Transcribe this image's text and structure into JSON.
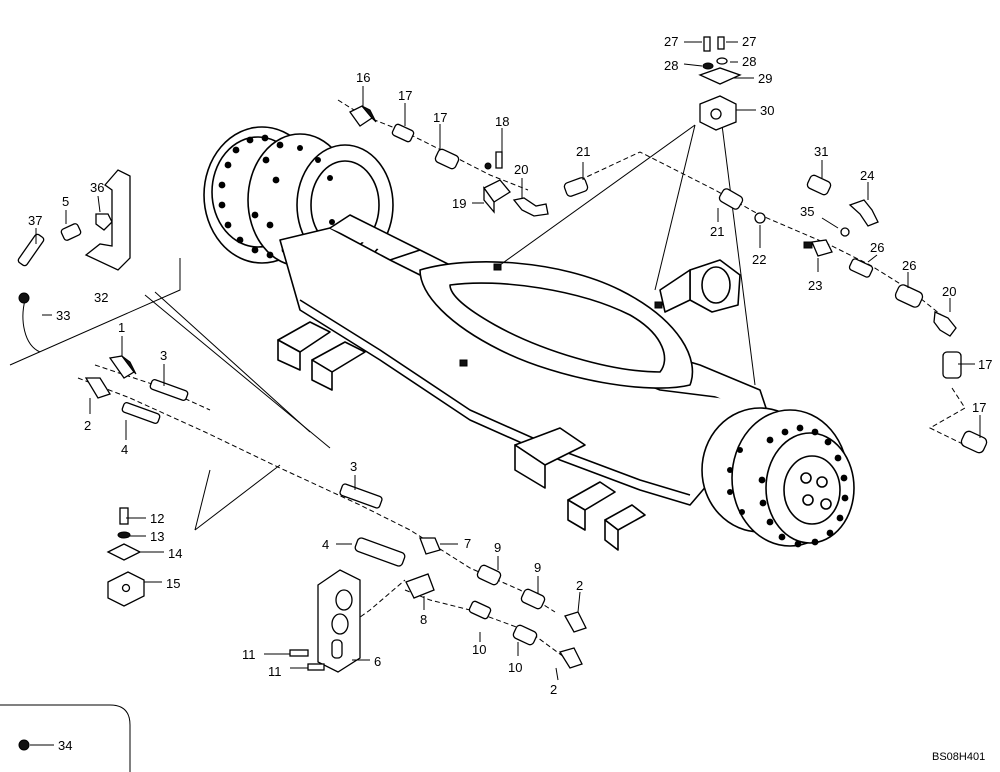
{
  "figure_code": "BS08H401",
  "legend": {
    "number": "34"
  },
  "callouts": [
    {
      "id": "c16-label",
      "text": "16"
    },
    {
      "id": "c17a-label",
      "text": "17"
    },
    {
      "id": "c17b-label",
      "text": "17"
    },
    {
      "id": "c18-label",
      "text": "18"
    },
    {
      "id": "c19-label",
      "text": "19"
    },
    {
      "id": "c20a-label",
      "text": "20"
    },
    {
      "id": "c21a-label",
      "text": "21"
    },
    {
      "id": "c27a-label",
      "text": "27"
    },
    {
      "id": "c27b-label",
      "text": "27"
    },
    {
      "id": "c28a-label",
      "text": "28"
    },
    {
      "id": "c28b-label",
      "text": "28"
    },
    {
      "id": "c29-label",
      "text": "29"
    },
    {
      "id": "c30-label",
      "text": "30"
    },
    {
      "id": "c31-label",
      "text": "31"
    },
    {
      "id": "c24-label",
      "text": "24"
    },
    {
      "id": "c35-label",
      "text": "35"
    },
    {
      "id": "c21b-label",
      "text": "21"
    },
    {
      "id": "c22-label",
      "text": "22"
    },
    {
      "id": "c26a-label",
      "text": "26"
    },
    {
      "id": "c23-label",
      "text": "23"
    },
    {
      "id": "c26b-label",
      "text": "26"
    },
    {
      "id": "c20b-label",
      "text": "20"
    },
    {
      "id": "c17c-label",
      "text": "17"
    },
    {
      "id": "c17d-label",
      "text": "17"
    },
    {
      "id": "c37-label",
      "text": "37"
    },
    {
      "id": "c5-label",
      "text": "5"
    },
    {
      "id": "c36-label",
      "text": "36"
    },
    {
      "id": "c32-label",
      "text": "32"
    },
    {
      "id": "c33-label",
      "text": "33"
    },
    {
      "id": "c1-label",
      "text": "1"
    },
    {
      "id": "c3a-label",
      "text": "3"
    },
    {
      "id": "c2a-label",
      "text": "2"
    },
    {
      "id": "c4a-label",
      "text": "4"
    },
    {
      "id": "c3b-label",
      "text": "3"
    },
    {
      "id": "c4b-label",
      "text": "4"
    },
    {
      "id": "c7-label",
      "text": "7"
    },
    {
      "id": "c12-label",
      "text": "12"
    },
    {
      "id": "c13-label",
      "text": "13"
    },
    {
      "id": "c14-label",
      "text": "14"
    },
    {
      "id": "c15-label",
      "text": "15"
    },
    {
      "id": "c8-label",
      "text": "8"
    },
    {
      "id": "c9a-label",
      "text": "9"
    },
    {
      "id": "c9b-label",
      "text": "9"
    },
    {
      "id": "c2b-label",
      "text": "2"
    },
    {
      "id": "c10a-label",
      "text": "10"
    },
    {
      "id": "c10b-label",
      "text": "10"
    },
    {
      "id": "c2c-label",
      "text": "2"
    },
    {
      "id": "c11a-label",
      "text": "11"
    },
    {
      "id": "c11b-label",
      "text": "11"
    },
    {
      "id": "c6-label",
      "text": "6"
    }
  ]
}
